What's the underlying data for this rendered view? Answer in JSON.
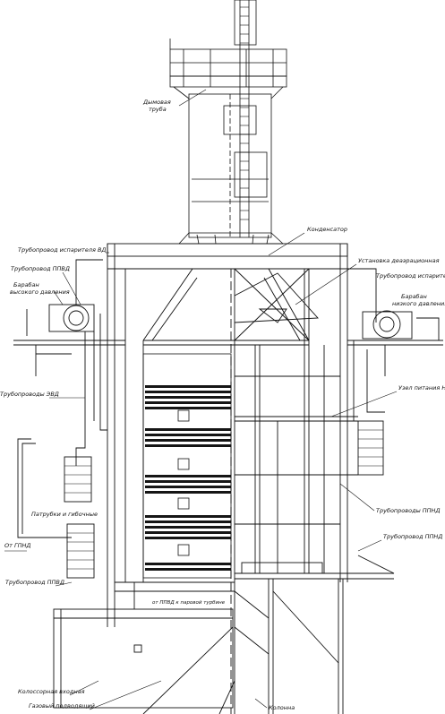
{
  "labels": {
    "chimney": [
      "Дымовая",
      "труба"
    ],
    "condenser": "Конденсатор",
    "steam_bypass_vd": "Трубопровод испарителя ВД",
    "deaerator_unit": "Установка деаэрационная",
    "steam_bypass_nd": "Трубопровод испарителя НД",
    "lppvd_top_left": "Трубопровод ППВД",
    "drum_hp": [
      "Барабан",
      "высокого давления"
    ],
    "drum_lp": [
      "Барабан",
      "низкого давления"
    ],
    "pipes_evd": "Трубопроводы ЭВД",
    "feed_nd": "Узел питания Н.Д.",
    "pipes_ppnd_1": "Трубопроводы ППНД",
    "pipes_ppnd_2": "Трубопровод ППНД",
    "hot_conn": "Патрубки и гибочные",
    "from_gpnd": "От ГПНД",
    "lppvd_left": "Трубопровод ППВД",
    "from_ppvd": "от ППВД к паровой турбине",
    "inlet_box": "Колоссорная входная",
    "gas_duct": "Газовый подводящий",
    "column": "Колонна"
  },
  "colors": {
    "line": "#111111",
    "background": "#ffffff",
    "tube_fill": "#151515"
  }
}
